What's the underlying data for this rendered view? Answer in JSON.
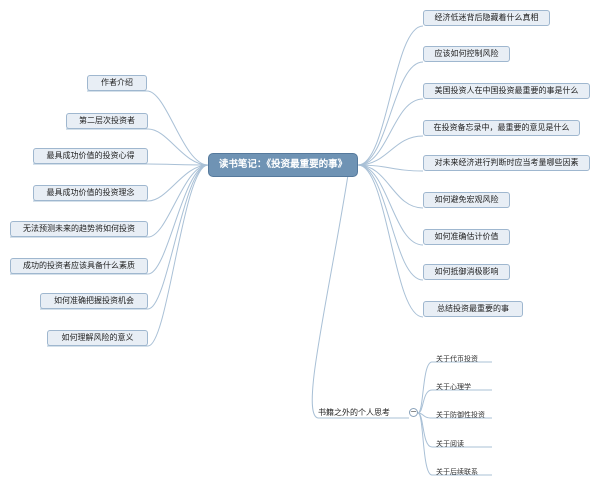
{
  "map": {
    "root": "读书笔记：《投资最重要的事》",
    "left_topics": [
      "作者介绍",
      "第二层次投资者",
      "最具成功价值的投资心得",
      "最具成功价值的投资理念",
      "无法预测未来的趋势将如何投资",
      "成功的投资者应该具备什么素质",
      "如何准确把握投资机会",
      "如何理解风险的意义"
    ],
    "right_topics": [
      "经济低迷背后隐藏着什么真相",
      "应该如何控制风险",
      "美国投资人在中国投资最重要的事是什么",
      "在投资备忘录中，最重要的意见是什么",
      "对未来经济进行判断时应当考量哪些因素",
      "如何避免宏观风险",
      "如何准确估计价值",
      "如何抵御消极影响",
      "总结投资最重要的事"
    ],
    "thoughts": {
      "label": "书籍之外的个人思考",
      "toggle": "−",
      "children": [
        "关于代币投资",
        "关于心理学",
        "关于防御性投资",
        "关于阅读",
        "关于后续联系"
      ]
    },
    "colors": {
      "root_fill": "#6f93b4",
      "topic_fill": "#e8eef5",
      "topic_border": "#9fb7cf",
      "line": "#a9c0d6"
    }
  }
}
